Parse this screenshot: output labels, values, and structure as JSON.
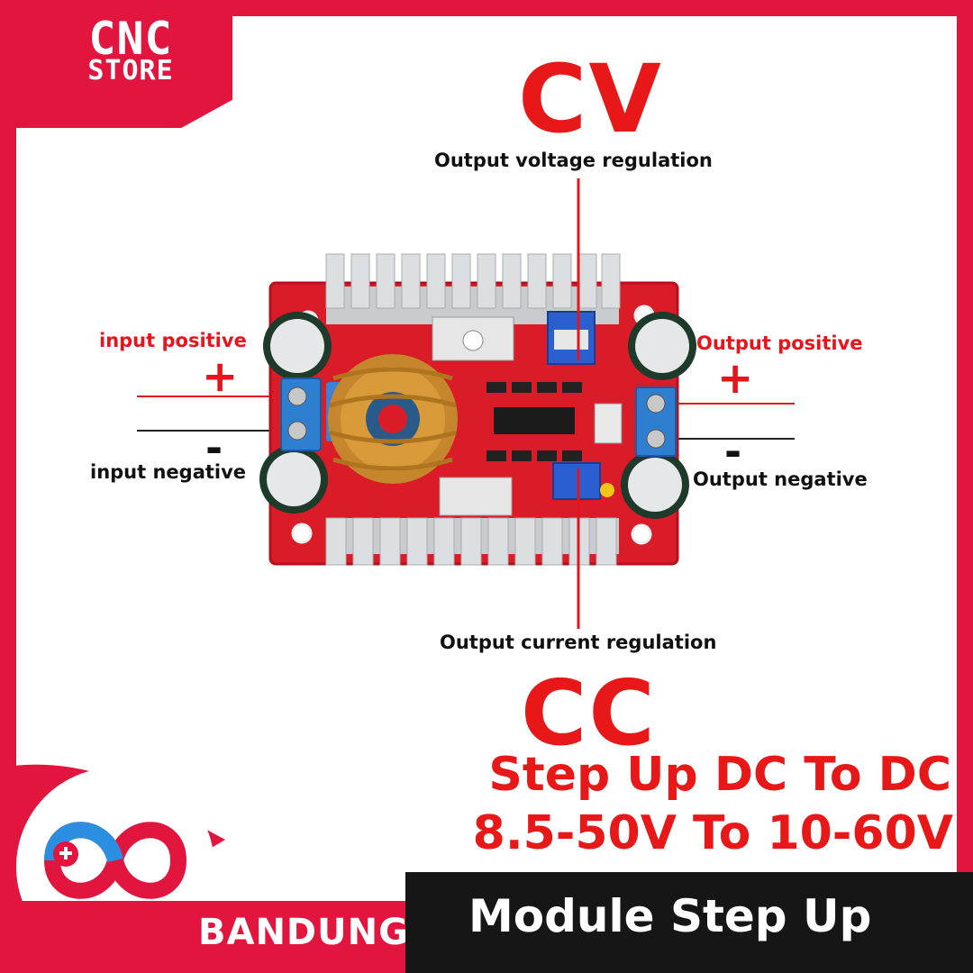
{
  "brand": {
    "line1": "CNC",
    "line2": "STORE"
  },
  "modes": {
    "cv": "CV",
    "cc": "CC"
  },
  "annotations": {
    "voltage_regulation": "Output voltage regulation",
    "current_regulation": "Output current regulation",
    "input_positive": "input positive",
    "input_negative": "input negative",
    "output_positive": "Output positive",
    "output_negative": "Output negative",
    "plus": "+",
    "minus": "-"
  },
  "product": {
    "title_line1": "Step Up DC To DC",
    "title_line2": "8.5-50V To 10-60V",
    "subtitle": "Module Step Up",
    "location": "BANDUNG"
  },
  "colors": {
    "brand_red": "#e2153f",
    "annotation_red": "#e8141c",
    "dark_bar": "#161616"
  }
}
